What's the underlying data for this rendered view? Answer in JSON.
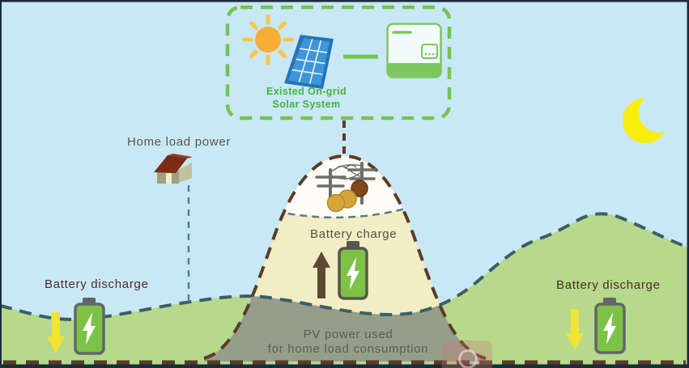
{
  "diagram": {
    "solar_box": {
      "line1": "Existed On-grid",
      "line2": "Solar System"
    },
    "labels": {
      "home_load_power": "Home load power",
      "battery_charge": "Battery charge",
      "battery_discharge_left": "Battery discharge",
      "battery_discharge_right": "Battery discharge",
      "pv_power_line1": "PV power used",
      "pv_power_line2": "for home load consumption"
    },
    "icons": [
      "sun-icon",
      "solar-panel-icon",
      "inverter-icon",
      "moon-icon",
      "house-icon",
      "power-lines-icon",
      "coins-icon",
      "battery-charge-icon",
      "battery-discharge-left-icon",
      "battery-discharge-right-icon",
      "up-arrow-icon",
      "down-arrow-left-icon",
      "down-arrow-right-icon",
      "magnifier-watermark-icon"
    ],
    "colors": {
      "sky": "#c9e8f5",
      "hill_green": "#b6d98c",
      "mountain_cream": "#f2edc5",
      "overlap_gray": "#959e8a",
      "cap_white": "#fdfdf6",
      "dash_teal": "#3a5f66",
      "dash_brown": "#5a3c26",
      "box_green": "#74c453",
      "green_text": "#45b244",
      "maroon_text": "#4e2a27",
      "gray_text": "#585653",
      "battery_green": "#7cc247",
      "arrow_yellow": "#f2e435",
      "arrow_brown": "#5c4a32",
      "sun_orange": "#f7ad38",
      "panel_blue": "#3e96d8",
      "moon_yellow": "#f8ee0e"
    }
  }
}
